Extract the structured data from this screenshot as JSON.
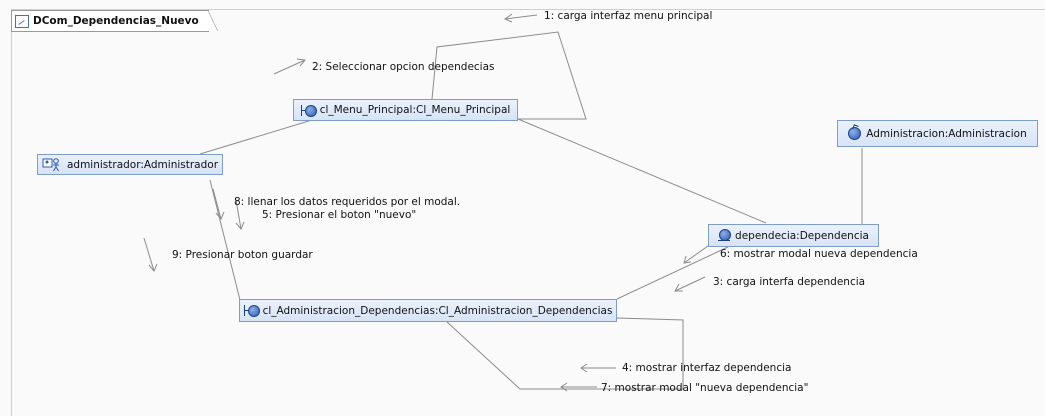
{
  "frame": {
    "title": "DCom_Dependencias_Nuevo"
  },
  "nodes": {
    "admin_actor": "administrador:Administrador",
    "menu_principal": "cl_Menu_Principal:Cl_Menu_Principal",
    "administracion": "Administracion:Administracion",
    "dependencia": "dependecia:Dependencia",
    "admin_dependencias": "cl_Administracion_Dependencias:Cl_Administracion_Dependencias"
  },
  "messages": {
    "m1": "1: carga interfaz menu principal",
    "m2": "2: Seleccionar opcion dependecias",
    "m3": "3: carga interfa dependencia",
    "m4": "4: mostrar  interfaz dependencia",
    "m5": "5: Presionar el boton \"nuevo\"",
    "m6": "6: mostrar modal nueva dependencia",
    "m7": "7: mostrar modal \"nueva dependencia\"",
    "m8": "8: llenar los  datos requeridos por el modal.",
    "m9": "9: Presionar boton guardar"
  },
  "colors": {
    "node_fill_top": "#eaf1fb",
    "node_fill_bottom": "#d7e4f6",
    "node_border": "#7f9dc9",
    "link": "#8c8c8c",
    "icon_blue": "#2a5bb6"
  },
  "icons": {
    "frame": "collaboration-diagram-icon",
    "actor": "actor-icon",
    "boundary": "boundary-icon",
    "control": "control-icon",
    "entity": "entity-icon"
  }
}
